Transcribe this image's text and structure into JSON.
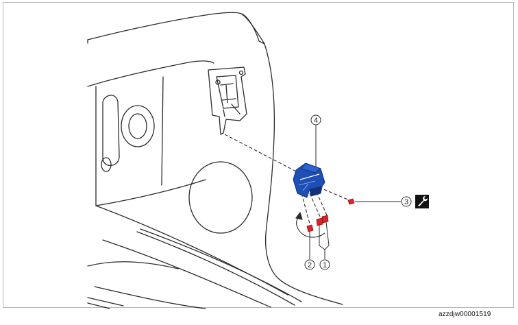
{
  "image_code": "azzdjw00001519",
  "callouts": [
    {
      "num": "1",
      "part": "clip-pair"
    },
    {
      "num": "2",
      "part": "clip"
    },
    {
      "num": "3",
      "part": "bolt"
    },
    {
      "num": "4",
      "part": "bracket-module"
    }
  ],
  "colors": {
    "line": "#2a2a2a",
    "part_blue": "#1d4fb5",
    "part_dark": "#13327a",
    "clip_red": "#e0202a",
    "frame": "#b8b8b8"
  },
  "icons": {
    "tool": "wrench-icon"
  }
}
